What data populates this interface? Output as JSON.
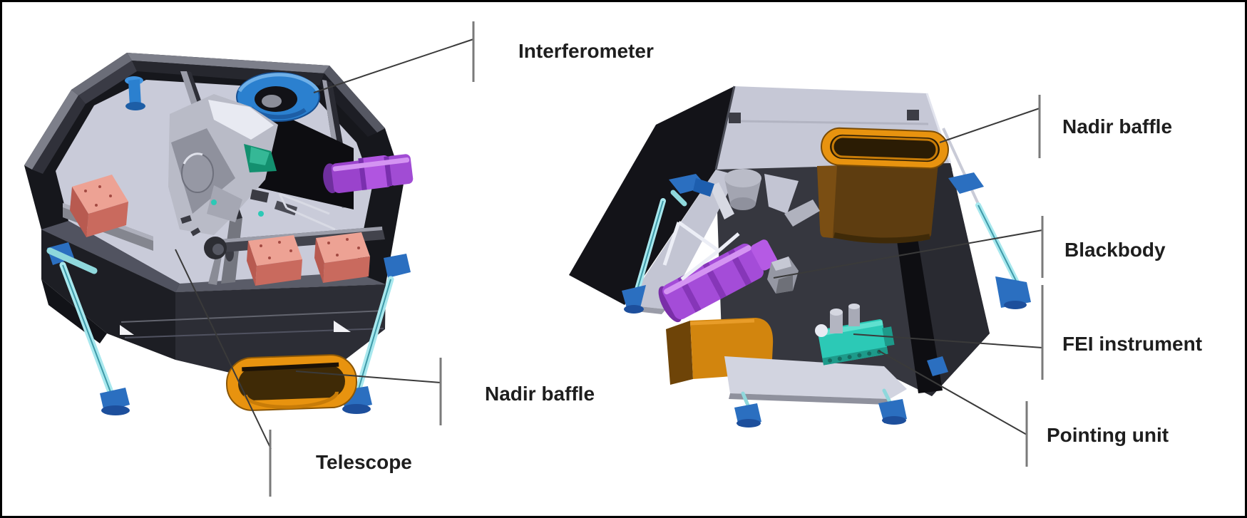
{
  "figure": {
    "description": "Two CAD views of a spaceborne interferometer instrument with callout labels",
    "background": "#ffffff",
    "border_color": "#000000"
  },
  "labels": {
    "interferometer": "Interferometer",
    "nadir_baffle_left": "Nadir baffle",
    "telescope": "Telescope",
    "nadir_baffle_right": "Nadir baffle",
    "blackbody": "Blackbody",
    "fei_instrument": "FEI instrument",
    "pointing_unit": "Pointing unit"
  },
  "colors": {
    "label_text": "#1e1e1e",
    "leader_line": "#3a3a3a",
    "tick_mark": "#7a7a7a",
    "baffle_orange": "#e8930f",
    "telescope_purple": "#a44cd8",
    "interferometer_blue": "#2b80cf",
    "strut_cyan": "#a8e8ee",
    "fitting_blue": "#2b6fc0",
    "fei_teal": "#2cc9b6",
    "detector_salmon": "#eda294",
    "structure_dark": "#16171c",
    "floor_lavender": "#c9cbd9"
  }
}
